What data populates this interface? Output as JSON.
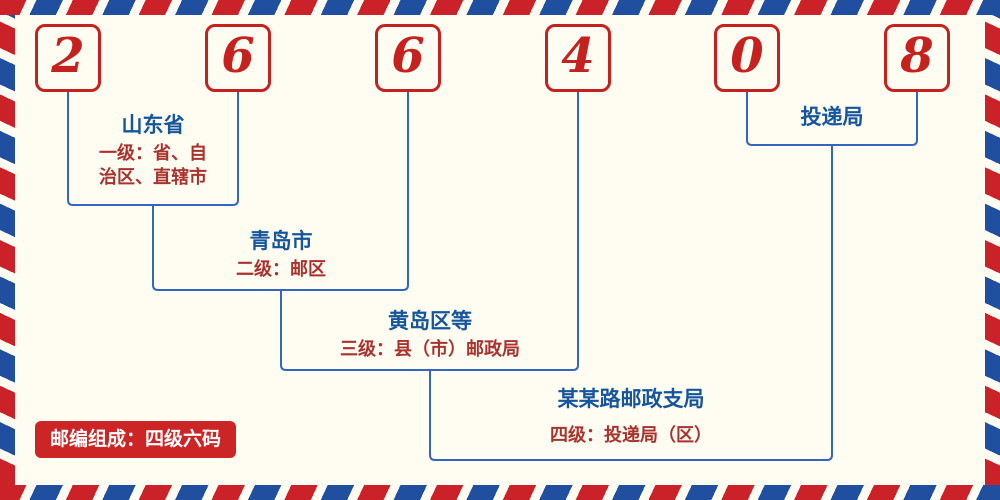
{
  "postal_code": {
    "digits": [
      "2",
      "6",
      "6",
      "4",
      "0",
      "8"
    ]
  },
  "labels": {
    "level1": {
      "title": "山东省",
      "desc_line1": "一级：省、自",
      "desc_line2": "治区、直辖市"
    },
    "level2": {
      "title": "青岛市",
      "desc": "二级：邮区"
    },
    "level3": {
      "title": "黄岛区等",
      "desc": "三级：县（市）邮政局"
    },
    "delivery": {
      "title": "投递局"
    },
    "level4": {
      "title": "某某路邮政支局",
      "desc": "四级：投递局（区）"
    }
  },
  "badge": "邮编组成：四级六码",
  "colors": {
    "digit_red": "#c5211f",
    "box_border_red": "#c5211f",
    "line_blue": "#3465c0",
    "title_blue": "#15559c",
    "desc_red": "#a8332e",
    "badge_bg": "#cc2525",
    "badge_text": "#ffffff",
    "background": "#fffdf2",
    "stripe_red": "#cb2229",
    "stripe_blue": "#1f4f9e"
  }
}
